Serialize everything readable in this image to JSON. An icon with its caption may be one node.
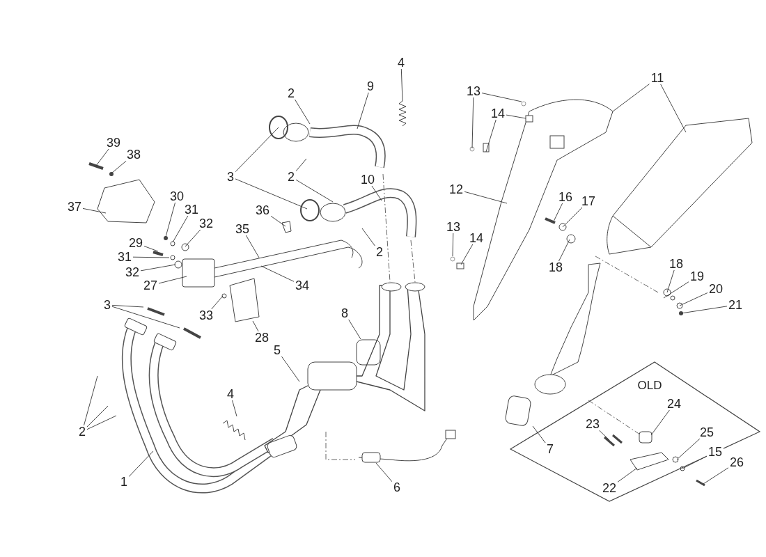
{
  "diagram": {
    "nodes": [
      {
        "text": [
          "4"
        ]
      },
      {
        "text": [
          "11"
        ]
      },
      {
        "text": [
          "9"
        ]
      },
      {
        "text": [
          "13"
        ]
      },
      {
        "text": [
          "2"
        ]
      },
      {
        "text": [
          "14"
        ]
      },
      {
        "text": [
          "39"
        ]
      },
      {
        "text": [
          "38"
        ]
      },
      {
        "text": [
          "3"
        ]
      },
      {
        "text": [
          "2"
        ]
      },
      {
        "text": [
          "10"
        ]
      },
      {
        "text": [
          "12"
        ]
      },
      {
        "text": [
          "30"
        ]
      },
      {
        "text": [
          "16"
        ]
      },
      {
        "text": [
          "17"
        ]
      },
      {
        "text": [
          "37"
        ]
      },
      {
        "text": [
          "31"
        ]
      },
      {
        "text": [
          "36"
        ]
      },
      {
        "text": [
          "32"
        ]
      },
      {
        "text": [
          "13"
        ]
      },
      {
        "text": [
          "35"
        ]
      },
      {
        "text": [
          "14"
        ]
      },
      {
        "text": [
          "29"
        ]
      },
      {
        "text": [
          "2"
        ]
      },
      {
        "text": [
          "18"
        ]
      },
      {
        "text": [
          "31"
        ]
      },
      {
        "text": [
          "18"
        ]
      },
      {
        "text": [
          "32"
        ]
      },
      {
        "text": [
          "19"
        ]
      },
      {
        "text": [
          "34"
        ]
      },
      {
        "text": [
          "27"
        ]
      },
      {
        "text": [
          "20"
        ]
      },
      {
        "text": [
          "21"
        ]
      },
      {
        "text": [
          "3"
        ]
      },
      {
        "text": [
          "33"
        ]
      },
      {
        "text": [
          "8"
        ]
      },
      {
        "text": [
          "28"
        ]
      },
      {
        "text": [
          "5"
        ]
      },
      {
        "text": [
          "OLD"
        ]
      },
      {
        "text": [
          "4"
        ]
      },
      {
        "text": [
          "24"
        ],
        "in": 38
      },
      {
        "text": [
          "2"
        ]
      },
      {
        "text": [
          "23"
        ],
        "in": 38
      },
      {
        "text": [
          "25"
        ],
        "in": 38
      },
      {
        "text": [
          "15"
        ],
        "in": 38
      },
      {
        "text": [
          "7"
        ],
        "in": 38
      },
      {
        "text": [
          "26"
        ],
        "in": 38
      },
      {
        "text": [
          "1"
        ]
      },
      {
        "text": [
          "6"
        ]
      },
      {
        "text": [
          "22"
        ],
        "in": 38
      }
    ],
    "edges": [
      {
        "from": 0,
        "to": null,
        "arrow": "none"
      },
      {
        "from": 1,
        "to": null,
        "arrow": "none"
      },
      {
        "from": 1,
        "to": null,
        "arrow": "none"
      },
      {
        "from": 2,
        "to": null,
        "arrow": "none"
      },
      {
        "from": 3,
        "to": null,
        "arrow": "none"
      },
      {
        "from": 3,
        "to": null,
        "arrow": "none"
      },
      {
        "from": 4,
        "to": null,
        "arrow": "none"
      },
      {
        "from": 5,
        "to": null,
        "arrow": "none"
      },
      {
        "from": 5,
        "to": null,
        "arrow": "none"
      },
      {
        "from": 6,
        "to": null,
        "arrow": "none"
      },
      {
        "from": 7,
        "to": null,
        "arrow": "none"
      },
      {
        "from": 8,
        "to": null,
        "arrow": "none"
      },
      {
        "from": 8,
        "to": null,
        "arrow": "none"
      },
      {
        "from": 9,
        "to": null,
        "arrow": "none"
      },
      {
        "from": 9,
        "to": null,
        "arrow": "none"
      },
      {
        "from": 10,
        "to": null,
        "arrow": "none"
      },
      {
        "from": 11,
        "to": null,
        "arrow": "none"
      },
      {
        "from": 12,
        "to": null,
        "arrow": "none"
      },
      {
        "from": 13,
        "to": null,
        "arrow": "none"
      },
      {
        "from": 14,
        "to": null,
        "arrow": "none"
      },
      {
        "from": 15,
        "to": null,
        "arrow": "none"
      },
      {
        "from": 16,
        "to": null,
        "arrow": "none"
      },
      {
        "from": 17,
        "to": null,
        "arrow": "none"
      },
      {
        "from": 18,
        "to": null,
        "arrow": "none"
      },
      {
        "from": 19,
        "to": null,
        "arrow": "none"
      },
      {
        "from": 20,
        "to": null,
        "arrow": "none"
      },
      {
        "from": 21,
        "to": null,
        "arrow": "none"
      },
      {
        "from": 22,
        "to": null,
        "arrow": "none"
      },
      {
        "from": 23,
        "to": null,
        "arrow": "none"
      },
      {
        "from": 24,
        "to": null,
        "arrow": "none"
      },
      {
        "from": 25,
        "to": null,
        "arrow": "none"
      },
      {
        "from": 26,
        "to": null,
        "arrow": "none"
      },
      {
        "from": 27,
        "to": null,
        "arrow": "none"
      },
      {
        "from": 28,
        "to": null,
        "arrow": "none"
      },
      {
        "from": 29,
        "to": null,
        "arrow": "none"
      },
      {
        "from": 30,
        "to": null,
        "arrow": "none"
      },
      {
        "from": 31,
        "to": null,
        "arrow": "none"
      },
      {
        "from": 32,
        "to": null,
        "arrow": "none"
      },
      {
        "from": 33,
        "to": null,
        "arrow": "none"
      },
      {
        "from": 33,
        "to": null,
        "arrow": "none"
      },
      {
        "from": 34,
        "to": null,
        "arrow": "none"
      },
      {
        "from": 35,
        "to": null,
        "arrow": "none"
      },
      {
        "from": 36,
        "to": null,
        "arrow": "none"
      },
      {
        "from": 37,
        "to": null,
        "arrow": "none"
      },
      {
        "from": 39,
        "to": null,
        "arrow": "none"
      },
      {
        "from": 40,
        "to": null,
        "arrow": "none"
      },
      {
        "from": 41,
        "to": null,
        "arrow": "none"
      },
      {
        "from": 41,
        "to": null,
        "arrow": "none"
      },
      {
        "from": 41,
        "to": null,
        "arrow": "none"
      },
      {
        "from": 42,
        "to": null,
        "arrow": "none"
      },
      {
        "from": 43,
        "to": null,
        "arrow": "none"
      },
      {
        "from": 44,
        "to": null,
        "arrow": "none"
      },
      {
        "from": 45,
        "to": null,
        "arrow": "none"
      },
      {
        "from": 46,
        "to": null,
        "arrow": "none"
      },
      {
        "from": 47,
        "to": null,
        "arrow": "none"
      },
      {
        "from": 48,
        "to": null,
        "arrow": "none"
      },
      {
        "from": 49,
        "to": null,
        "arrow": "none"
      }
    ]
  }
}
